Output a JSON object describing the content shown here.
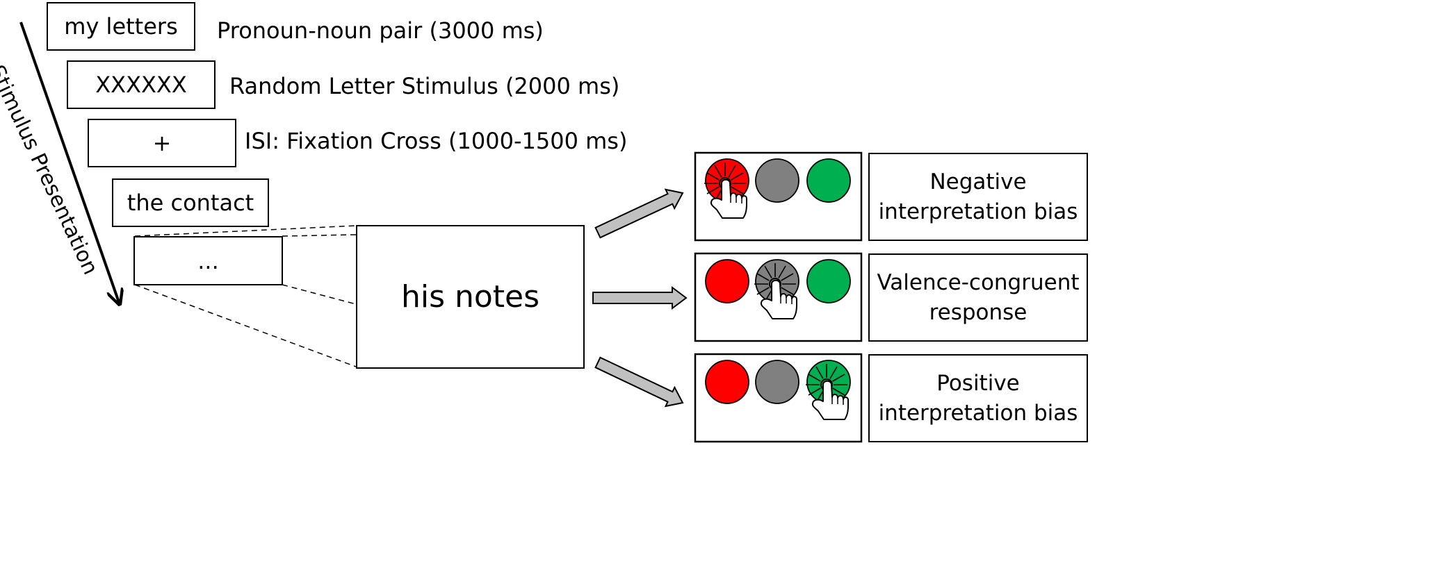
{
  "stimulus_sequence": {
    "axis_label": "Stimulus Presentation",
    "frames": [
      {
        "text": "my letters",
        "caption": "Pronoun-noun pair (3000 ms)"
      },
      {
        "text": "XXXXXX",
        "caption": "Random Letter Stimulus (2000 ms)"
      },
      {
        "text": "+",
        "caption": "ISI: Fixation Cross (1000-1500 ms)"
      },
      {
        "text": "the contact",
        "caption": ""
      },
      {
        "text": "...",
        "caption": ""
      }
    ]
  },
  "zoomed_trial": {
    "text": "his notes"
  },
  "responses": [
    {
      "line1": "Negative",
      "line2": "interpretation bias",
      "pressed": "red"
    },
    {
      "line1": "Valence-congruent",
      "line2": "response",
      "pressed": "gray"
    },
    {
      "line1": "Positive",
      "line2": "interpretation bias",
      "pressed": "green"
    }
  ],
  "colors": {
    "red": "#ff0000",
    "gray": "#808080",
    "green": "#00b050",
    "arrow_fill": "#c0c0c0"
  }
}
